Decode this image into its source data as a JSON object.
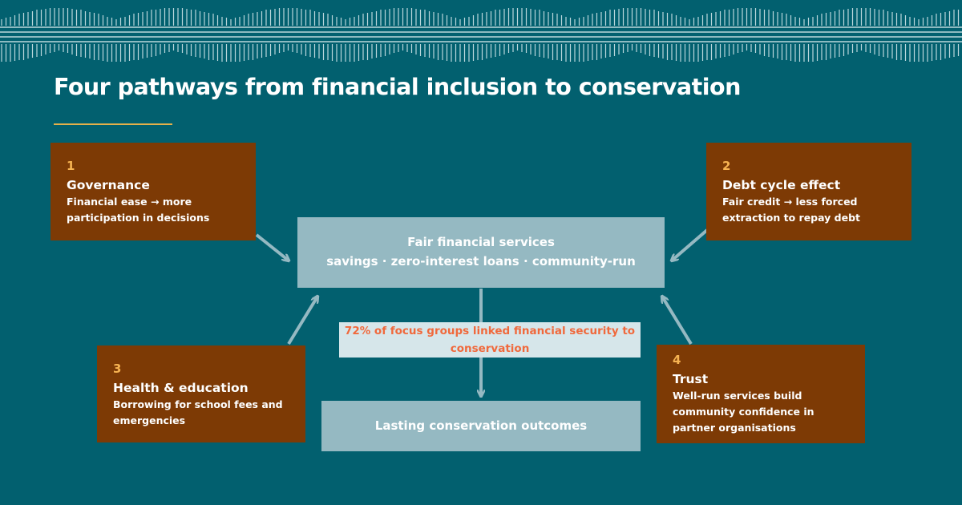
{
  "title": "Four pathways from financial inclusion to conservation",
  "colors": {
    "background": "#02606f",
    "pathway_box": "#7d3a05",
    "pathway_number": "#f6b352",
    "center_box": "#95b9c2",
    "arrow": "#95b9c2",
    "title_underline": "#e5b04a",
    "stat_text": "#f0693c",
    "stat_background": "#d6e6ea"
  },
  "center": {
    "title": "Fair financial services",
    "subtitle": "savings · zero-interest loans · community-run"
  },
  "outcome": "Lasting conservation outcomes",
  "stat": "72% of focus groups linked financial security to conservation",
  "pathways": [
    {
      "number": "1",
      "title": "Governance",
      "desc_line1": "Financial ease → more",
      "desc_line2": "participation in decisions",
      "desc_line3": ""
    },
    {
      "number": "2",
      "title": "Debt cycle effect",
      "desc_line1": "Fair credit → less forced",
      "desc_line2": "extraction to repay debt",
      "desc_line3": ""
    },
    {
      "number": "3",
      "title": "Health & education",
      "desc_line1": "Borrowing for school fees and",
      "desc_line2": "emergencies",
      "desc_line3": ""
    },
    {
      "number": "4",
      "title": "Trust",
      "desc_line1": "Well-run services build",
      "desc_line2": "community confidence in",
      "desc_line3": "partner organisations"
    }
  ]
}
